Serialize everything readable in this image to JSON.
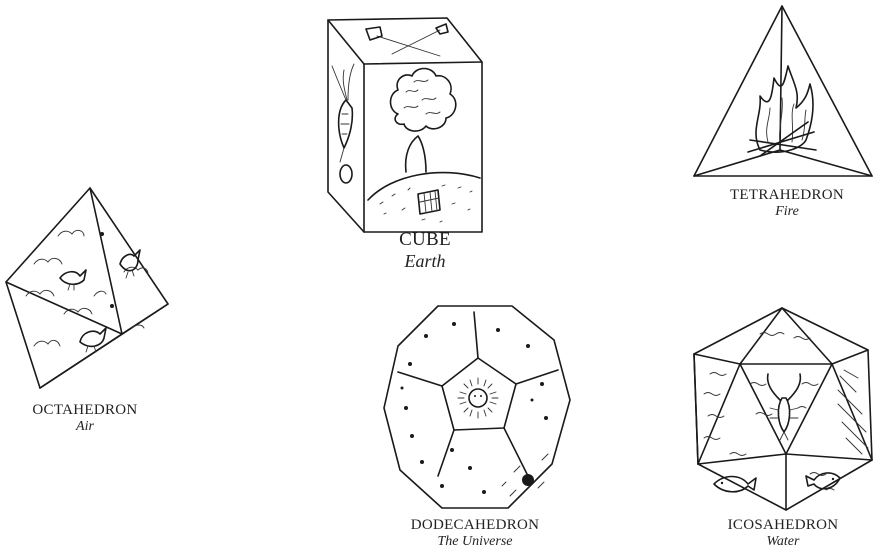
{
  "solids": [
    {
      "name": "CUBE",
      "element": "Earth"
    },
    {
      "name": "TETRAHEDRON",
      "element": "Fire"
    },
    {
      "name": "OCTAHEDRON",
      "element": "Air"
    },
    {
      "name": "DODECAHEDRON",
      "element": "The Universe"
    },
    {
      "name": "ICOSAHEDRON",
      "element": "Water"
    }
  ],
  "colors": {
    "ink": "#1a1a1a",
    "paper": "#ffffff"
  }
}
